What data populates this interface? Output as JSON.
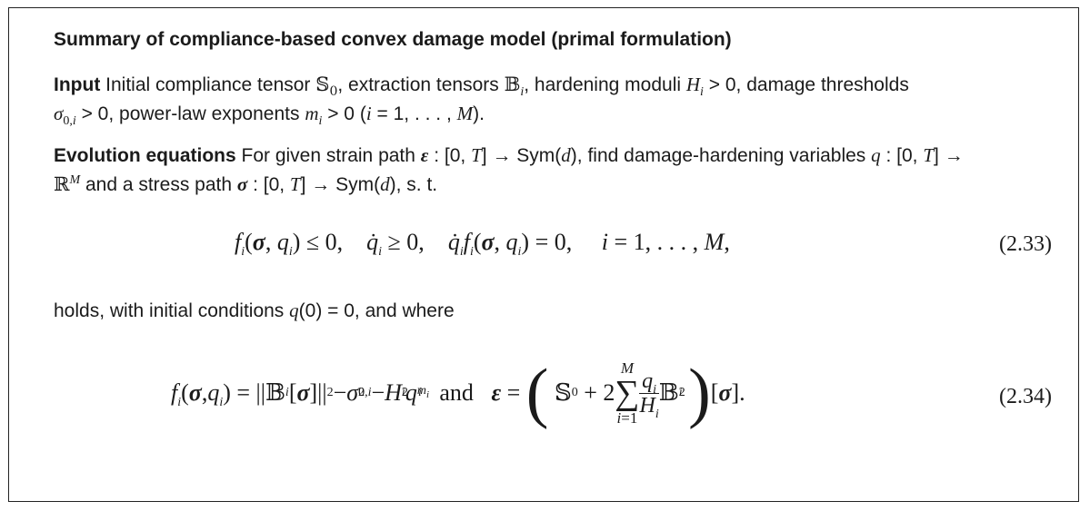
{
  "box": {
    "title": "Summary of compliance-based convex damage model (primal formulation)",
    "input": {
      "label": "Input",
      "t1": " Initial compliance tensor ",
      "t2": ", extraction tensors ",
      "t3": ", hardening moduli ",
      "t4": " > 0, damage thresholds",
      "t5": " > 0, power-law exponents ",
      "t6": " > 0 (",
      "t7": " = 1, . . . , ",
      "t8": ")."
    },
    "evolution": {
      "label": "Evolution equations",
      "t1": " For given strain path ",
      "t2": " : [0, ",
      "t3": "] → Sym(",
      "t4": "), find damage-hardening variables ",
      "t5": " : [0, ",
      "t6": "] →",
      "t7": " and a stress path ",
      "t8": " : [0, ",
      "t9": "] → Sym(",
      "t10": "), s. t."
    },
    "holds": {
      "t1": "holds, with initial conditions ",
      "t2": "(0) = 0, and where"
    },
    "equations": {
      "eq1_number": "(2.33)",
      "eq2_number": "(2.34)",
      "and": "and"
    }
  }
}
